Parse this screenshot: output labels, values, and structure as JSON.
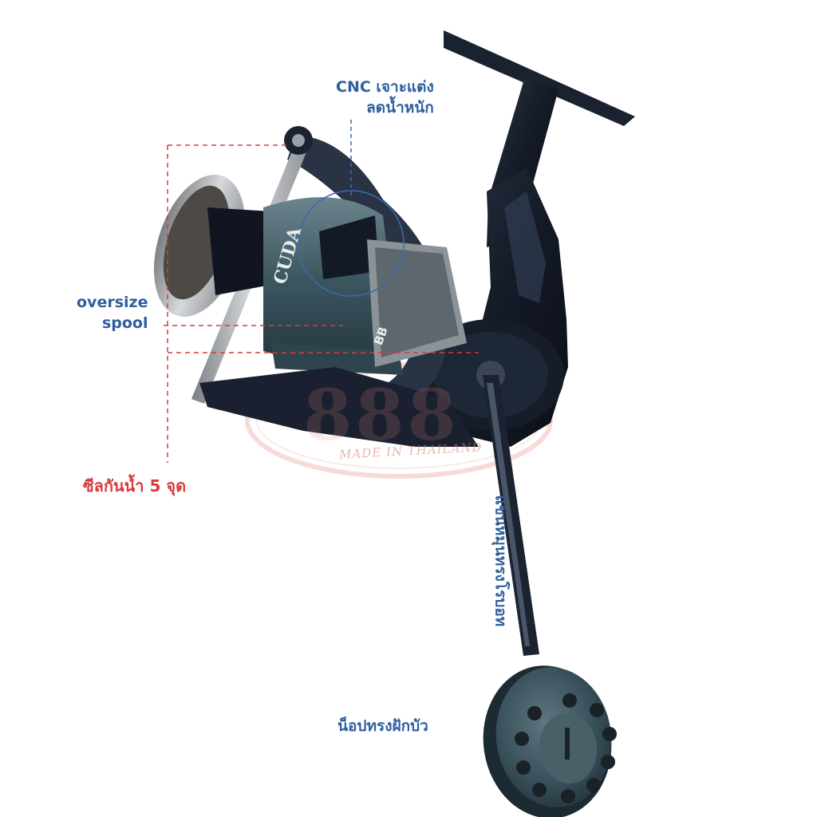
{
  "annotations": {
    "cnc_line1": "CNC เจาะแต่ง",
    "cnc_line2": "ลดน้ำหนัก",
    "oversize_line1": "oversize",
    "oversize_line2": "spool",
    "seal": "ซีลกันน้ำ 5 จุด",
    "arm": "แขนหมุนทรงโรบอท",
    "knob": "น็อปทรงฝักบัว"
  },
  "reel_markings": {
    "brand": "CUDA",
    "bearing": "BB"
  },
  "watermark": {
    "logo_text": "888",
    "tagline": "MADE IN THAILAND"
  },
  "colors": {
    "annotation_blue": "#2f5f9e",
    "annotation_red": "#d93a3a",
    "reel_body": "#1b2230",
    "spool_teal": "#3f5a63",
    "metal_silver": "#b8bcc0"
  }
}
